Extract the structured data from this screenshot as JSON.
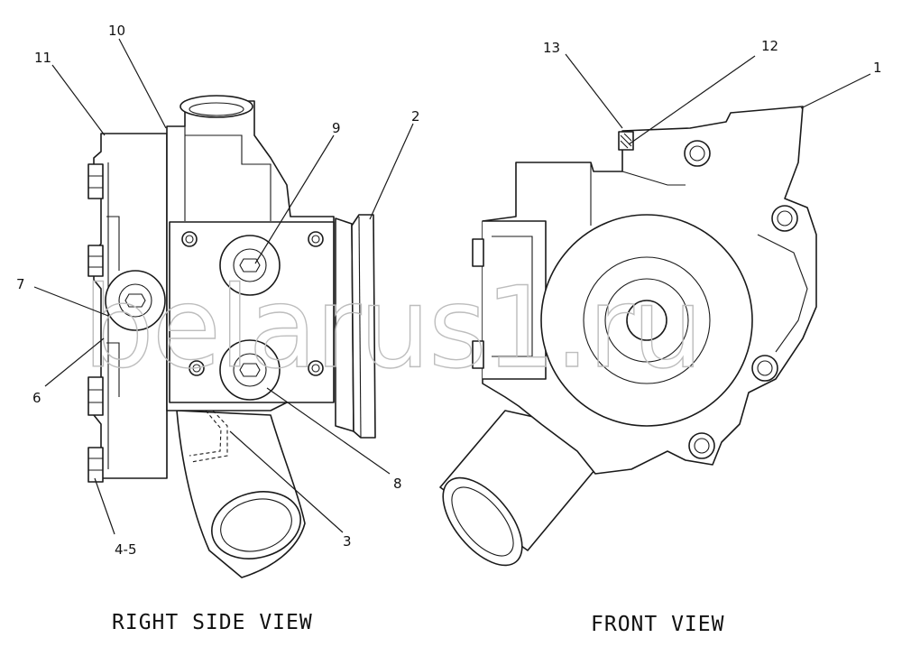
{
  "watermark": "belarus1.ru",
  "views": {
    "right_side": {
      "caption": "RIGHT SIDE VIEW"
    },
    "front": {
      "caption": "FRONT VIEW"
    }
  },
  "callouts": {
    "c1": "1",
    "c2": "2",
    "c3": "3",
    "c4_5": "4-5",
    "c6": "6",
    "c7": "7",
    "c8": "8",
    "c9": "9",
    "c10": "10",
    "c11": "11",
    "c12": "12",
    "c13": "13"
  }
}
